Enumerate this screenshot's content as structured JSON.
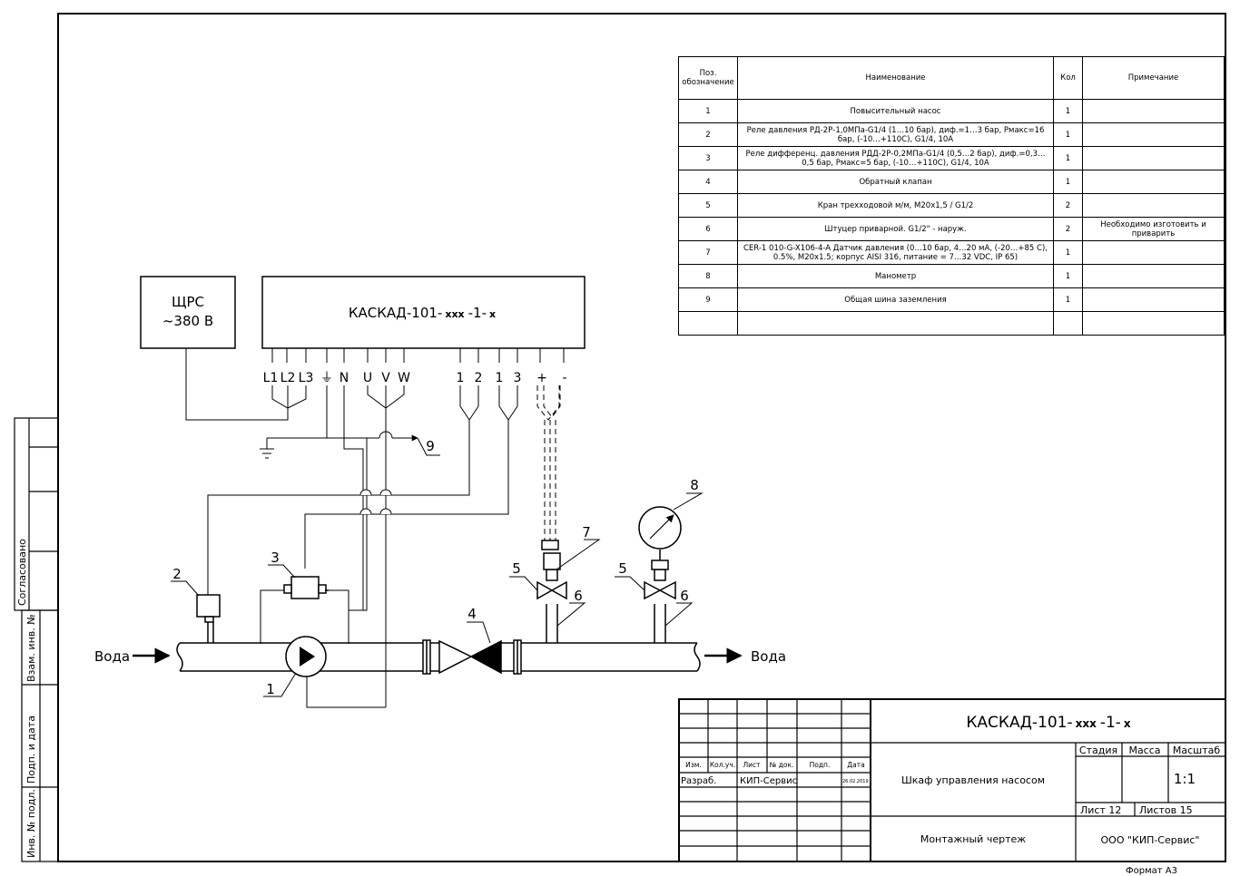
{
  "panel": {
    "title": "ЩРС",
    "voltage": "~380 В"
  },
  "controller": {
    "prefix": "КАСКАД-101-",
    "code": "xxx",
    "mid": "-1-",
    "suffix": "x"
  },
  "terminals": {
    "l1": "L1",
    "l2": "L2",
    "l3": "L3",
    "ground": "⏚",
    "n": "N",
    "u": "U",
    "v": "V",
    "w": "W",
    "p2a": "1",
    "p2b": "2",
    "p3a": "1",
    "p3b": "3",
    "plus": "+",
    "minus": "-"
  },
  "media": {
    "water_in": "Вода",
    "water_out": "Вода"
  },
  "positions": [
    "1",
    "2",
    "3",
    "4",
    "5",
    "5",
    "6",
    "6",
    "7",
    "8",
    "9"
  ],
  "spec": {
    "headers": [
      "Поз. обозначение",
      "Наименование",
      "Кол",
      "Примечание"
    ],
    "rows": [
      {
        "pos": "1",
        "name": "Повысительный насос",
        "qty": "1",
        "note": ""
      },
      {
        "pos": "2",
        "name": "Реле давления РД-2Р-1,0МПа-G1/4 (1…10 бар), диф.=1…3 бар, Pмакс=16 бар, (-10…+110С), G1/4, 10А",
        "qty": "1",
        "note": ""
      },
      {
        "pos": "3",
        "name": "Реле дифференц. давления РДД-2Р-0,2МПа-G1/4 (0,5…2 бар), диф.=0,3…0,5 бар, Pмакс=5 бар, (-10…+110С), G1/4, 10А",
        "qty": "1",
        "note": ""
      },
      {
        "pos": "4",
        "name": "Обратный клапан",
        "qty": "1",
        "note": ""
      },
      {
        "pos": "5",
        "name": "Кран трехходовой м/м, М20х1,5 / G1/2",
        "qty": "2",
        "note": ""
      },
      {
        "pos": "6",
        "name": "Штуцер приварной. G1/2\" - наруж.",
        "qty": "2",
        "note": "Необходимо изготовить и приварить"
      },
      {
        "pos": "7",
        "name": "CER-1 010-G-X106-4-A Датчик давления (0…10 бар, 4…20 мА, (-20…+85 С), 0.5%, M20x1.5; корпус AISI 316, питание = 7…32 VDC, IP 65)",
        "qty": "1",
        "note": ""
      },
      {
        "pos": "8",
        "name": "Манометр",
        "qty": "1",
        "note": ""
      },
      {
        "pos": "9",
        "name": "Общая шина заземления",
        "qty": "1",
        "note": ""
      },
      {
        "pos": "",
        "name": "",
        "qty": "",
        "note": ""
      }
    ]
  },
  "side": {
    "agreed": "Согласовано",
    "inv_vzam": "Взам. инв. №",
    "sign_date": "Подп. и дата",
    "inv_podl": "Инв. № подл."
  },
  "stamp": {
    "doc_prefix": "КАСКАД-101-",
    "doc_code": "xxx",
    "doc_mid": "-1-",
    "doc_suffix": "x",
    "col_izm": "Изм.",
    "col_koluch": "Кол.уч.",
    "col_list": "Лист",
    "col_ndoc": "№ док.",
    "col_podp": "Подп.",
    "col_data": "Дата",
    "razrab_label": "Разраб.",
    "razrab_name": "КИП-Сервис",
    "razrab_date": "26.02.2019",
    "object": "Шкаф управления насосом",
    "drawing": "Монтажный чертеж",
    "stage": "Стадия",
    "mass": "Масса",
    "scale_label": "Масштаб",
    "scale": "1:1",
    "sheet": "Лист 12",
    "sheets": "Листов 15",
    "org": "ООО \"КИП-Сервис\""
  },
  "format": "Формат  А3"
}
